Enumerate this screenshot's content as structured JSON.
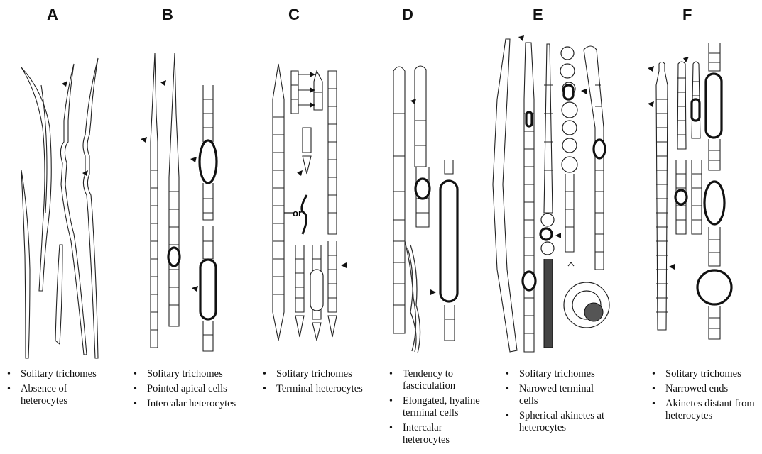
{
  "panels": [
    {
      "letter": "A",
      "traits": [
        "Solitary trichomes",
        "Absence of heterocytes"
      ]
    },
    {
      "letter": "B",
      "traits": [
        "Solitary trichomes",
        "Pointed apical cells",
        "Intercalar heterocytes"
      ]
    },
    {
      "letter": "C",
      "traits": [
        "Solitary trichomes",
        "Terminal heterocytes"
      ]
    },
    {
      "letter": "D",
      "traits": [
        "Tendency to fasciculation",
        "Elongated, hyaline terminal cells",
        "Intercalar heterocytes"
      ]
    },
    {
      "letter": "E",
      "traits": [
        "Solitary trichomes",
        "Narowed terminal cells",
        "Spherical akinetes at heterocytes"
      ]
    },
    {
      "letter": "F",
      "traits": [
        "Solitary trichomes",
        "Narrowed ends",
        "Akinetes distant from heterocytes"
      ]
    }
  ],
  "annotations": {
    "or_label": "or"
  },
  "colors": {
    "ink": "#111111",
    "background": "#ffffff"
  }
}
